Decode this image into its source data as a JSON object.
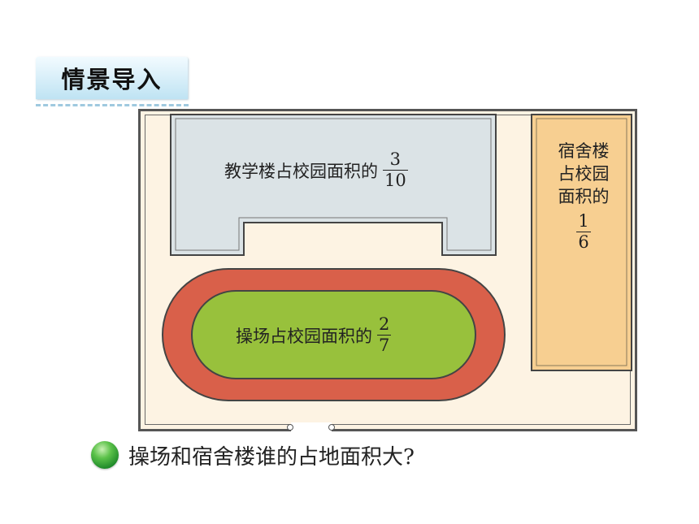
{
  "section_title": "情景导入",
  "teaching_building": {
    "label": "教学楼占校园面积的",
    "numerator": "3",
    "denominator": "10",
    "color": "#dbe3e6"
  },
  "playground": {
    "label": "操场占校园面积的",
    "numerator": "2",
    "denominator": "7",
    "track_color": "#d9604a",
    "field_color": "#98c13c"
  },
  "dormitory": {
    "label_lines": [
      "宿舍楼",
      "占校园",
      "面积的"
    ],
    "numerator": "1",
    "denominator": "6",
    "color": "#f7cf91"
  },
  "question": {
    "text": "操场和宿舍楼谁的占地面积大?"
  },
  "colors": {
    "campus_background": "#fdf3e3",
    "tab_background": "#cdeaf7",
    "bullet_green": "#2aa83a"
  }
}
